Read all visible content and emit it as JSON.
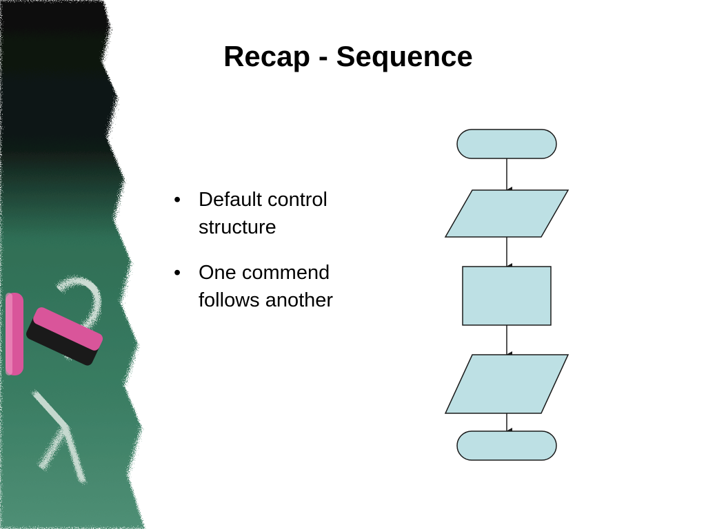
{
  "slide": {
    "title": "Recap - Sequence",
    "bullets": [
      {
        "marker": "•",
        "text": "Default control structure"
      },
      {
        "marker": "•",
        "text": "One commend follows another"
      }
    ]
  },
  "flowchart": {
    "shape_fill": "#bde0e4",
    "shape_stroke": "#1a1a1a",
    "steps": [
      "start-terminator",
      "input-output",
      "process",
      "input-output",
      "end-terminator"
    ]
  },
  "decoration": {
    "chalkboard_color": "#2f6e55",
    "chalk_color": "#d9559a"
  }
}
